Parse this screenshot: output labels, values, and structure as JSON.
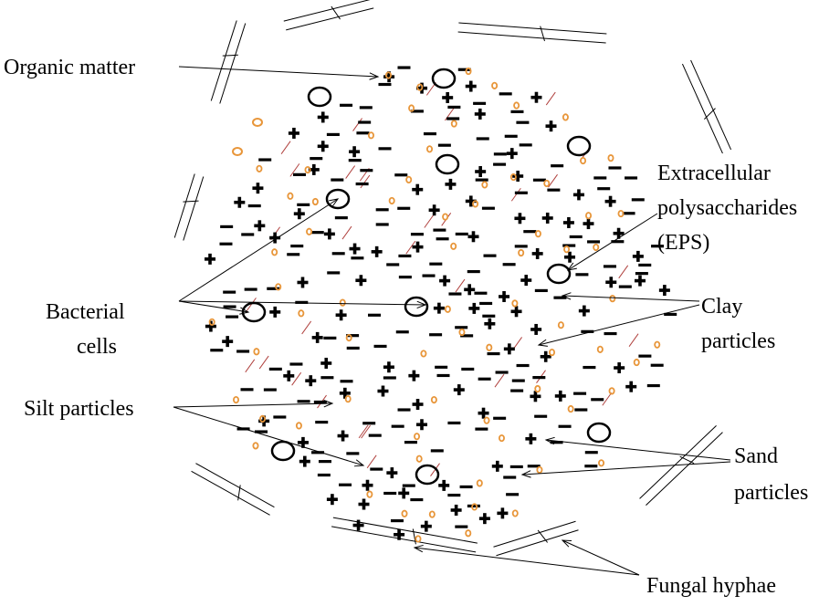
{
  "labels": {
    "organic_matter": "Organic matter",
    "eps_line1": "Extracellular",
    "eps_line2": "polysaccharides",
    "eps_line3": "(EPS)",
    "bacterial_line1": "Bacterial",
    "bacterial_line2": "cells",
    "clay_line1": "Clay",
    "clay_line2": "particles",
    "silt": "Silt particles",
    "sand_line1": "Sand",
    "sand_line2": "particles",
    "fungal": "Fungal hyphae"
  },
  "colors": {
    "ink": "#000000",
    "sand": "#e8963a",
    "organic_streak": "#b0413e"
  }
}
